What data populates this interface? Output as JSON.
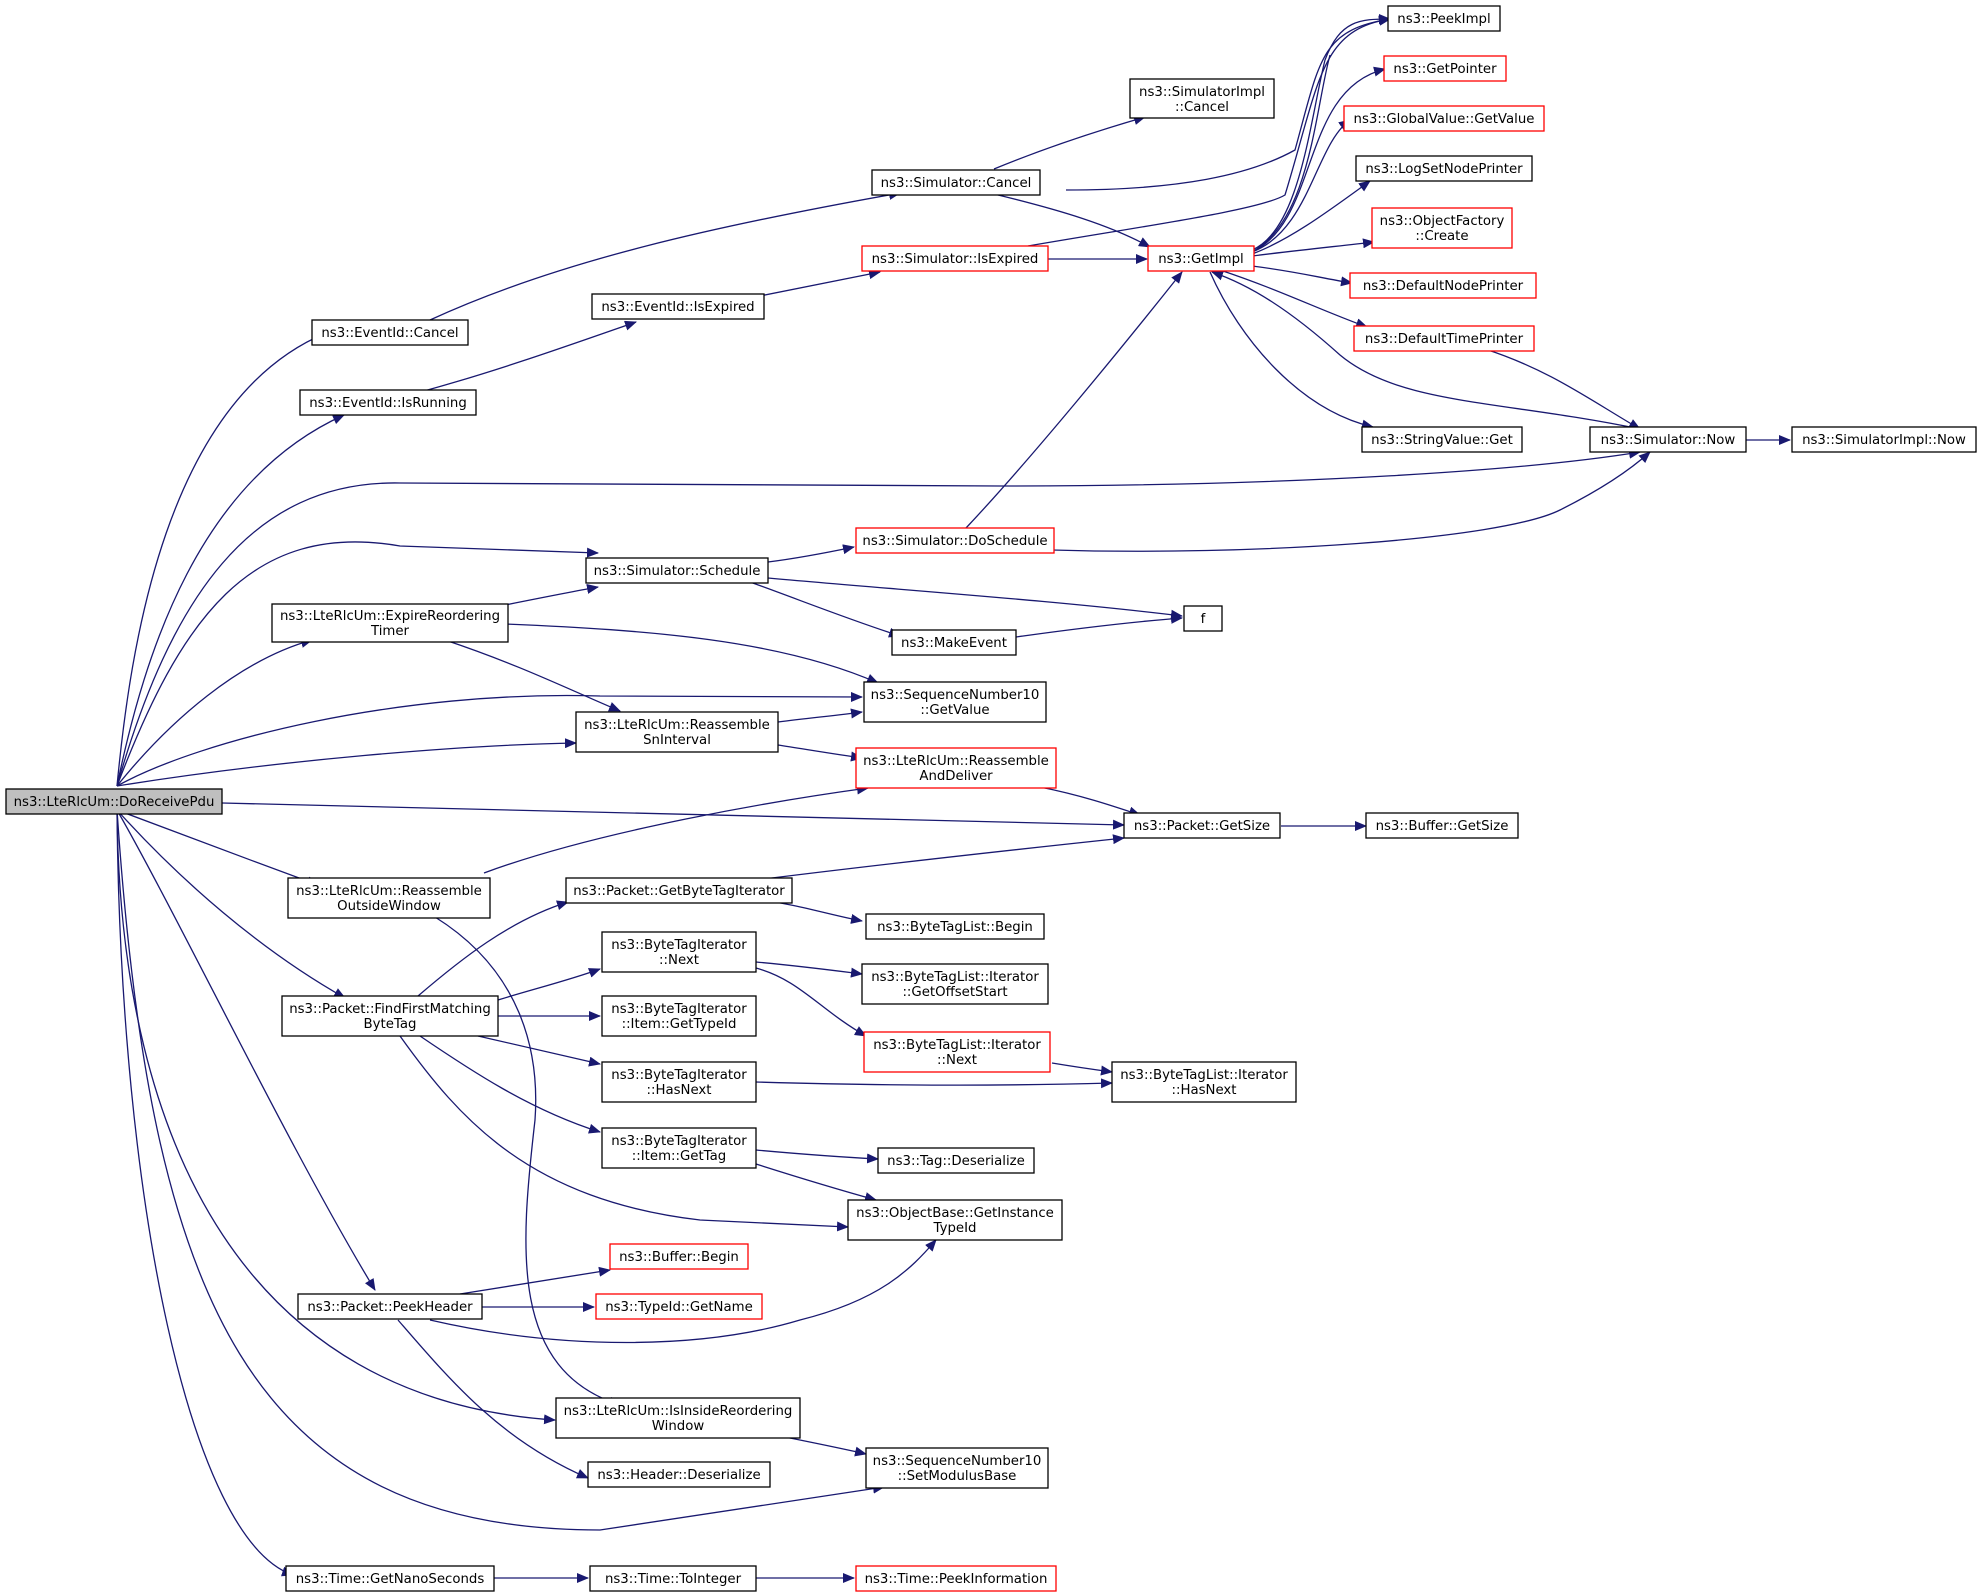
{
  "colors": {
    "edge": "#191970",
    "node_border": "#000000",
    "node_border_truncated": "#ff0000",
    "root_fill": "#bfbfbf"
  },
  "nodes": {
    "do_receive_pdu": "ns3::LteRlcUm::DoReceivePdu",
    "eventid_cancel": "ns3::EventId::Cancel",
    "eventid_isrunning": "ns3::EventId::IsRunning",
    "eventid_isexpired": "ns3::EventId::IsExpired",
    "simulator_cancel": "ns3::Simulator::Cancel",
    "simulatorimpl_cancel_1": "ns3::SimulatorImpl",
    "simulatorimpl_cancel_2": "::Cancel",
    "simulator_isexpired": "ns3::Simulator::IsExpired",
    "getimpl": "ns3::GetImpl",
    "peekimpl": "ns3::PeekImpl",
    "getpointer": "ns3::GetPointer",
    "globalvalue_getvalue": "ns3::GlobalValue::GetValue",
    "logsetnodeprinter": "ns3::LogSetNodePrinter",
    "objectfactory_create_1": "ns3::ObjectFactory",
    "objectfactory_create_2": "::Create",
    "defaultnodeprinter": "ns3::DefaultNodePrinter",
    "defaulttimeprinter": "ns3::DefaultTimePrinter",
    "stringvalue_get": "ns3::StringValue::Get",
    "simulator_now": "ns3::Simulator::Now",
    "simulatorimpl_now": "ns3::SimulatorImpl::Now",
    "simulator_doschedule": "ns3::Simulator::DoSchedule",
    "simulator_schedule": "ns3::Simulator::Schedule",
    "expire_reordering_1": "ns3::LteRlcUm::ExpireReordering",
    "expire_reordering_2": "Timer",
    "f": "f",
    "makeevent": "ns3::MakeEvent",
    "seqnum_getvalue_1": "ns3::SequenceNumber10",
    "seqnum_getvalue_2": "::GetValue",
    "reassemble_sninterval_1": "ns3::LteRlcUm::Reassemble",
    "reassemble_sninterval_2": "SnInterval",
    "reassemble_deliver_1": "ns3::LteRlcUm::Reassemble",
    "reassemble_deliver_2": "AndDeliver",
    "packet_getsize": "ns3::Packet::GetSize",
    "buffer_getsize": "ns3::Buffer::GetSize",
    "reassemble_outside_1": "ns3::LteRlcUm::Reassemble",
    "reassemble_outside_2": "OutsideWindow",
    "packet_getbytetagiterator": "ns3::Packet::GetByteTagIterator",
    "bytetaglist_begin": "ns3::ByteTagList::Begin",
    "bytetagiterator_next_1": "ns3::ByteTagIterator",
    "bytetagiterator_next_2": "::Next",
    "bytetaglist_iterator_getoffsetstart_1": "ns3::ByteTagList::Iterator",
    "bytetaglist_iterator_getoffsetstart_2": "::GetOffsetStart",
    "find_first_matching_1": "ns3::Packet::FindFirstMatching",
    "find_first_matching_2": "ByteTag",
    "item_gettypeid_1": "ns3::ByteTagIterator",
    "item_gettypeid_2": "::Item::GetTypeId",
    "bytetaglist_iterator_next_1": "ns3::ByteTagList::Iterator",
    "bytetaglist_iterator_next_2": "::Next",
    "bytetagiterator_hasnext_1": "ns3::ByteTagIterator",
    "bytetagiterator_hasnext_2": "::HasNext",
    "bytetaglist_iterator_hasnext_1": "ns3::ByteTagList::Iterator",
    "bytetaglist_iterator_hasnext_2": "::HasNext",
    "item_gettag_1": "ns3::ByteTagIterator",
    "item_gettag_2": "::Item::GetTag",
    "tag_deserialize": "ns3::Tag::Deserialize",
    "objectbase_getinstancetypeid_1": "ns3::ObjectBase::GetInstance",
    "objectbase_getinstancetypeid_2": "TypeId",
    "buffer_begin": "ns3::Buffer::Begin",
    "packet_peekheader": "ns3::Packet::PeekHeader",
    "typeid_getname": "ns3::TypeId::GetName",
    "isinside_reordering_1": "ns3::LteRlcUm::IsInsideReordering",
    "isinside_reordering_2": "Window",
    "header_deserialize": "ns3::Header::Deserialize",
    "seqnum_setmodulusbase_1": "ns3::SequenceNumber10",
    "seqnum_setmodulusbase_2": "::SetModulusBase",
    "time_getnanoseconds": "ns3::Time::GetNanoSeconds",
    "time_tointeger": "ns3::Time::ToInteger",
    "time_peekinformation": "ns3::Time::PeekInformation"
  }
}
